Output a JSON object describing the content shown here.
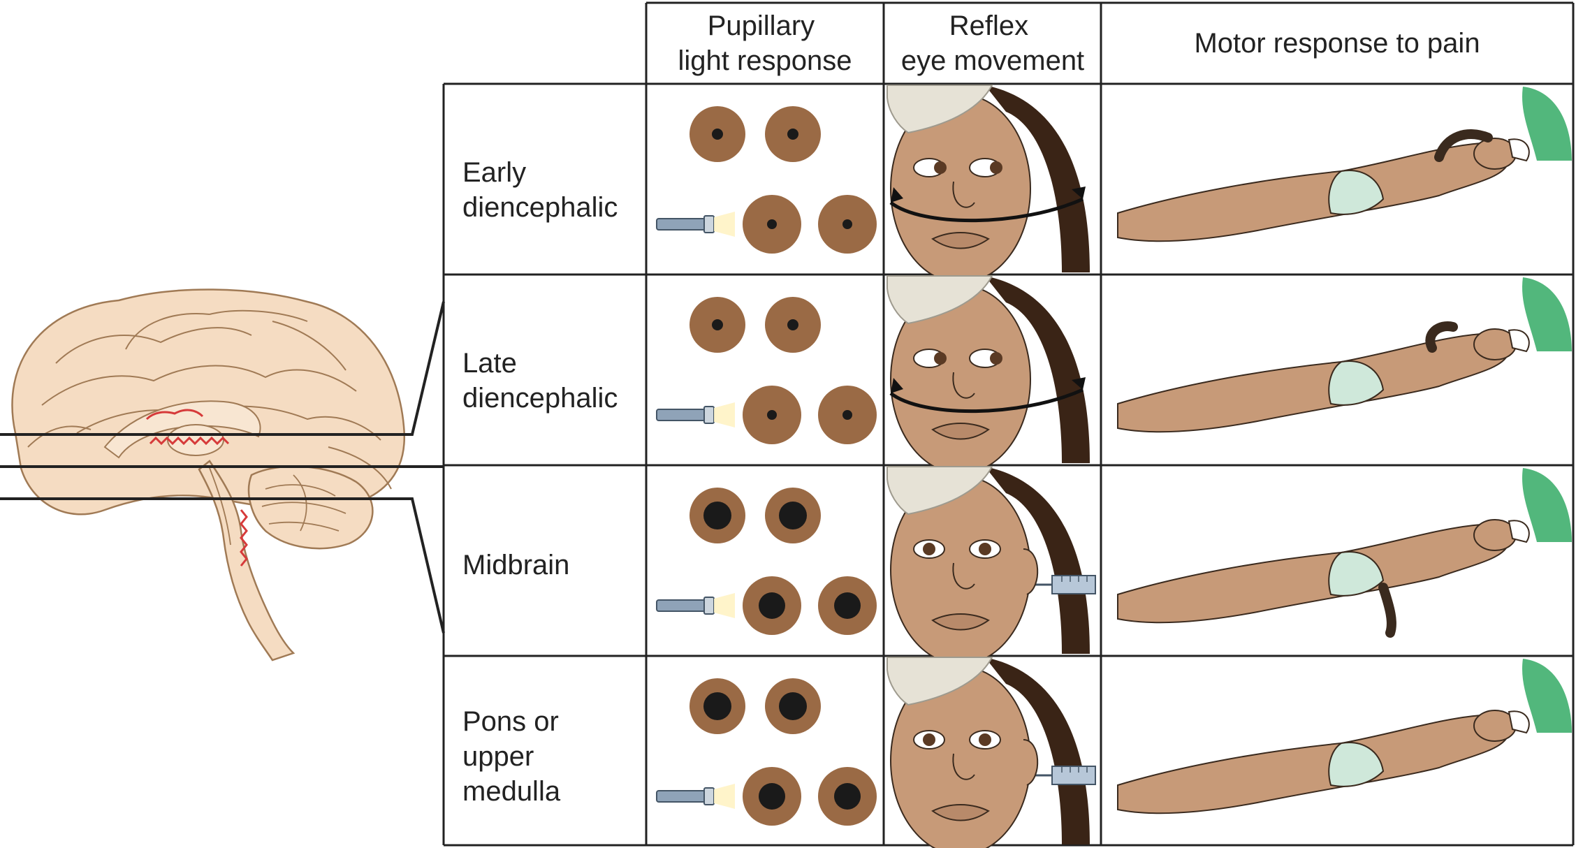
{
  "headers": {
    "pupillary": [
      "Pupillary",
      "light response"
    ],
    "reflex": [
      "Reflex",
      "eye movement"
    ],
    "motor": [
      "Motor response to pain"
    ]
  },
  "rows": [
    {
      "label": [
        "Early",
        "diencephalic"
      ],
      "pupil_size": "small",
      "eye_test": "oculocephalic",
      "posture": "localizing"
    },
    {
      "label": [
        "Late",
        "diencephalic"
      ],
      "pupil_size": "small",
      "eye_test": "oculocephalic",
      "posture": "decorticate"
    },
    {
      "label": [
        "Midbrain"
      ],
      "pupil_size": "midposition-fixed",
      "eye_test": "caloric",
      "posture": "decerebrate"
    },
    {
      "label": [
        "Pons or",
        "upper",
        "medulla"
      ],
      "pupil_size": "midposition-fixed",
      "eye_test": "caloric",
      "posture": "flaccid"
    }
  ],
  "colors": {
    "iris": "#9a6a45",
    "pupil": "#1a1a1a",
    "brain_fill": "#f5dcc2",
    "brain_line": "#a07a55",
    "lesion": "#d63a3a",
    "skin": "#c79a78",
    "hair": "#3a2416",
    "hair_light": "#e6e2d6",
    "cloth": "#cfe8da",
    "glove": "#52b77c",
    "grid": "#222222"
  }
}
